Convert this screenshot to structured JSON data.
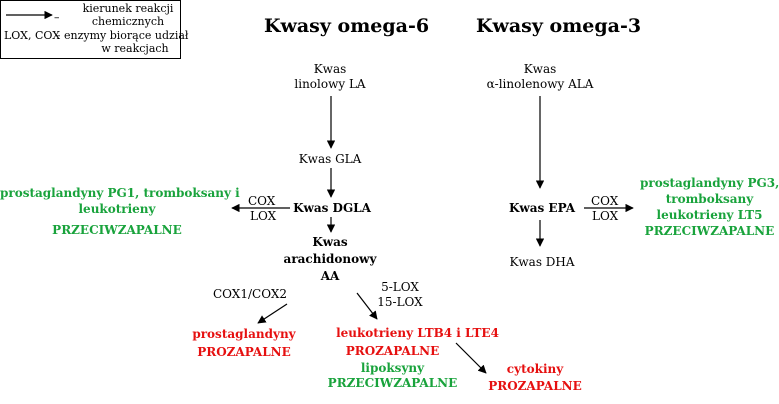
{
  "legend": {
    "arrow_dash": "–",
    "arrow_text_line1": "kierunek reakcji",
    "arrow_text_line2": "chemicznych",
    "enzyme_prefix": "LOX, COX",
    "enzyme_text_line1": "– enzymy biorące udział",
    "enzyme_text_line2": "w reakcjach"
  },
  "headers": {
    "omega6": "Kwasy omega-6",
    "omega3": "Kwasy omega-3"
  },
  "omega6": {
    "la_line1": "Kwas",
    "la_line2": "linolowy LA",
    "gla": "Kwas GLA",
    "dgla": "Kwas DGLA",
    "cox_top": "COX",
    "lox_bottom": "LOX",
    "left_products_line1": "prostaglandyny PG1, tromboksany i",
    "left_products_line2": "leukotrieny",
    "left_products_effect": "PRZECIWZAPALNE",
    "aa_line1": "Kwas",
    "aa_line2": "arachidonowy",
    "aa_line3": "AA",
    "cox12": "COX1/COX2",
    "lox5": "5-LOX",
    "lox15": "15-LOX",
    "prostaglandins": "prostaglandyny",
    "prostaglandins_effect": "PROZAPALNE",
    "leukotrienes": "leukotrieny LTB4 i LTE4",
    "leukotrienes_effect": "PROZAPALNE",
    "lipoxins": "lipoksyny",
    "lipoxins_effect": "PRZECIWZAPALNE",
    "cytokines": "cytokiny",
    "cytokines_effect": "PROZAPALNE"
  },
  "omega3": {
    "ala_line1": "Kwas",
    "ala_line2": "α-linolenowy ALA",
    "epa": "Kwas EPA",
    "cox": "COX",
    "lox": "LOX",
    "dha": "Kwas DHA",
    "right_products_line1": "prostaglandyny PG3,",
    "right_products_line2": "tromboksany",
    "right_products_line3": "leukotrieny LT5",
    "right_products_effect": "PRZECIWZAPALNE"
  },
  "colors": {
    "anti_inflammatory": "#19a33c",
    "pro_inflammatory": "#e61010"
  }
}
